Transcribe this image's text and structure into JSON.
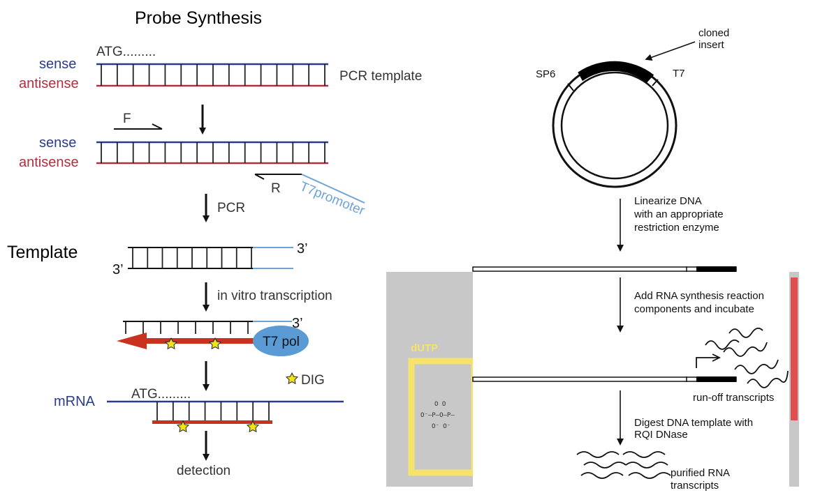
{
  "colors": {
    "sense": "#2a3b8f",
    "antisense": "#b03040",
    "t7": "#6fa3d6",
    "rna": "#c8321f",
    "pol": "#5b9bd5",
    "dig_star": "#f2e21b",
    "gray_panel": "#c8c8c8",
    "yellow_box": "#f5e36b",
    "red_bar": "#de5050"
  },
  "probe": {
    "title": "Probe Synthesis",
    "template_label": "Template",
    "step1": {
      "sense": "sense",
      "antisense": "antisense",
      "atg": "ATG.........",
      "pcr_template": "PCR template"
    },
    "step2": {
      "sense": "sense",
      "antisense": "antisense",
      "forward": "F",
      "reverse": "R",
      "t7promoter": "T7promoter"
    },
    "pcr": "PCR",
    "product": {
      "three_prime_top": "3’",
      "three_prime_bottom": "3’"
    },
    "ivt": "in vitro transcription",
    "transcription": {
      "three_prime": "3’",
      "pol": "T7 pol"
    },
    "dig_legend": "DIG",
    "hybrid": {
      "mrna": "mRNA",
      "atg": "ATG........."
    },
    "detection": "detection"
  },
  "plasmid": {
    "cloned_insert": [
      "cloned",
      "insert"
    ],
    "sp6": "SP6",
    "t7": "T7",
    "linearize": [
      "Linearize DNA",
      "with an appropriate",
      "restriction enzyme"
    ],
    "add_rna": [
      "Add RNA synthesis reaction",
      "components and incubate"
    ],
    "runoff": "run-off transcripts",
    "digest": [
      "Digest DNA template with",
      "RQI DNase"
    ],
    "purified": [
      "purified RNA",
      "transcripts"
    ]
  },
  "overlay": {
    "dutp": "dUTP",
    "chem": "O⁻–P–O–P–",
    "oxy_top": "O O",
    "oxy_bottom": "O⁻ O⁻"
  }
}
